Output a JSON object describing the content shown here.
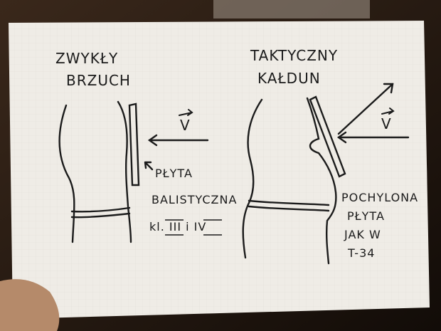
{
  "left_title": {
    "line1": "ZWYKŁY",
    "line2": "BRZUCH"
  },
  "right_title": {
    "line1": "TAKTYCZNY",
    "line2": "KAŁDUN"
  },
  "velocity_left": "V",
  "velocity_right": "V",
  "plate_label": {
    "line1": "PŁYTA",
    "line2": "BALISTYCZNA",
    "line3": "kl. III i IV"
  },
  "sloped_label": {
    "line1": "POCHYLONA",
    "line2": "PŁYTA",
    "line3": "JAK W",
    "line4": "T-34"
  },
  "colors": {
    "paper": "#efece6",
    "ink": "#1b1b1b",
    "background": "#2a1d14"
  }
}
